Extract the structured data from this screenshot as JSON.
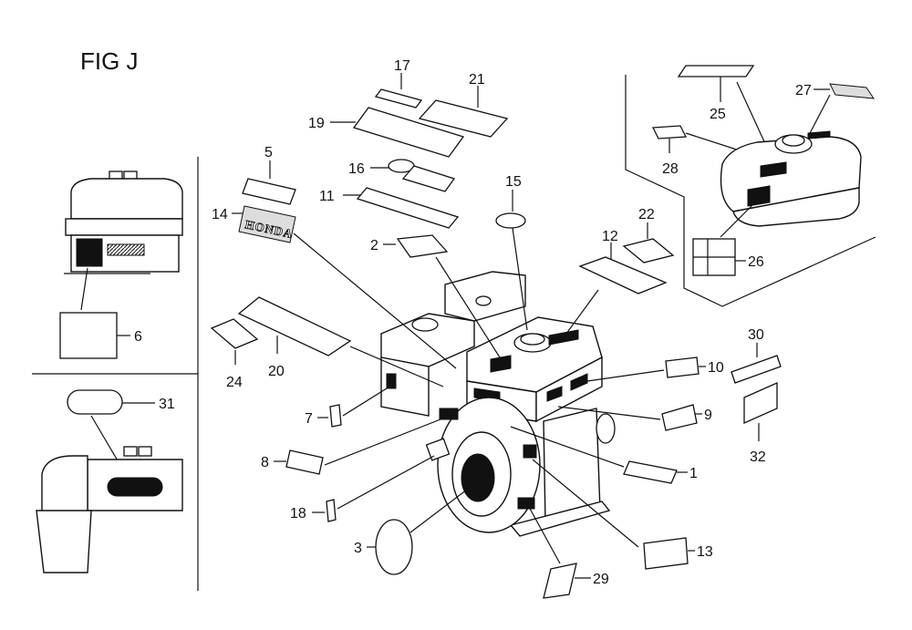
{
  "figure": {
    "title": "FIG J"
  },
  "callouts": {
    "c1": "1",
    "c2": "2",
    "c3": "3",
    "c5": "5",
    "c6": "6",
    "c7": "7",
    "c8": "8",
    "c9": "9",
    "c10": "10",
    "c11": "11",
    "c12": "12",
    "c13": "13",
    "c14": "14",
    "c15": "15",
    "c16": "16",
    "c17": "17",
    "c18": "18",
    "c19": "19",
    "c20": "20",
    "c21": "21",
    "c22": "22",
    "c24": "24",
    "c25": "25",
    "c26": "26",
    "c27": "27",
    "c28": "28",
    "c29": "29",
    "c30": "30",
    "c31": "31",
    "c32": "32"
  },
  "logo": {
    "text": "HONDA"
  }
}
